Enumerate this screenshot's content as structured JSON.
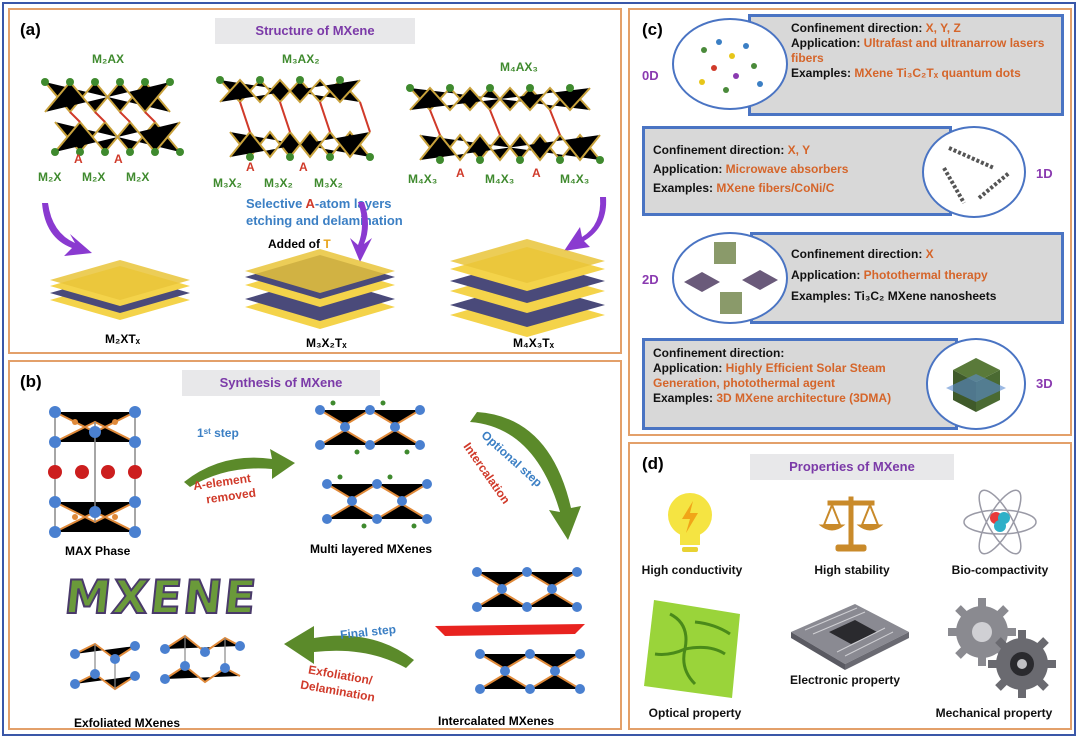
{
  "panel_a": {
    "label": "(a)",
    "banner": "Structure of MXene",
    "formulas": [
      "M₂AX",
      "M₃AX₂",
      "M₄AX₃"
    ],
    "a_letter": "A",
    "sub_m2x": "M₂X",
    "sub_m3x2": "M₃X₂",
    "sub_m4x3": "M₄X₃",
    "etch_pre": "Selective ",
    "etch_a": "A",
    "etch_post": "-atom layers",
    "etch_line2": "etching and delamination",
    "added_pre": "Added of ",
    "added_t": "T",
    "products": [
      "M₂XTₓ",
      "M₃X₂Tₓ",
      "M₄X₃Tₓ"
    ]
  },
  "panel_b": {
    "label": "(b)",
    "banner": "Synthesis of MXene",
    "step1": "1ˢᵗ step",
    "step1_sub": "A-element",
    "step1_sub2": "removed",
    "optional": "Optional step",
    "intercalation": "Intercalation",
    "final": "Final step",
    "exfoliation": "Exfoliation/",
    "delamination": "Delamination",
    "max_phase": "MAX Phase",
    "multi": "Multi layered MXenes",
    "intercalated": "Intercalated MXenes",
    "exfoliated": "Exfoliated MXenes",
    "logo": "MXENE"
  },
  "panel_c": {
    "label": "(c)",
    "cards": [
      {
        "dim": "0D",
        "dir_key": "Confinement direction: ",
        "dir": "X, Y, Z",
        "app_key": "Application: ",
        "app": "Ultrafast and ultranarrow lasers fibers",
        "ex_key": "Examples: ",
        "ex": "MXene Ti₃C₂Tₓ quantum dots"
      },
      {
        "dim": "1D",
        "dir_key": "Confinement direction: ",
        "dir": "X, Y",
        "app_key": "Application: ",
        "app": "Microwave absorbers",
        "ex_key": "Examples: ",
        "ex": "MXene fibers/CoNi/C"
      },
      {
        "dim": "2D",
        "dir_key": "Confinement direction: ",
        "dir": "X",
        "app_key": "Application: ",
        "app": "Photothermal therapy",
        "ex_key": "Examples: ",
        "ex": "Ti₃C₂ MXene nanosheets"
      },
      {
        "dim": "3D",
        "dir_key": "Confinement direction:",
        "dir": "",
        "app_key": "Application: ",
        "app": "Highly Efficient Solar Steam Generation, photothermal agent",
        "ex_key": "Examples: ",
        "ex": "3D MXene architecture (3DMA)"
      }
    ]
  },
  "panel_d": {
    "label": "(d)",
    "banner": "Properties of MXene",
    "props": [
      "High conductivity",
      "High stability",
      "Bio-compactivity",
      "Optical property",
      "Electronic property",
      "Mechanical property"
    ]
  },
  "colors": {
    "panel_border": "#e3a06a",
    "card_border": "#4a74c3",
    "title_purple": "#7b3aa8",
    "value_orange": "#d5652a",
    "arrow_purple": "#8a3ad0",
    "arrow_green": "#5b8a2a"
  }
}
